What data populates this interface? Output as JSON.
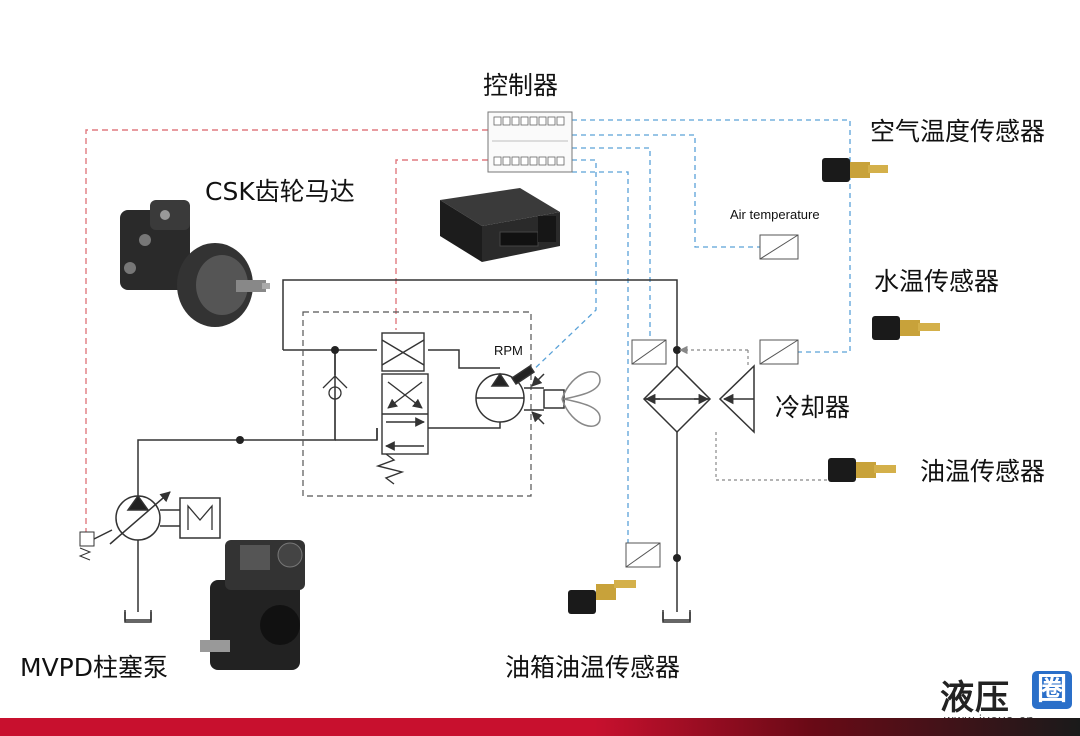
{
  "labels": {
    "controller": "控制器",
    "csk_motor": "CSK齿轮马达",
    "air_temp_sensor": "空气温度传感器",
    "air_temperature": "Air temperature",
    "water_temp_sensor": "水温传感器",
    "rpm": "RPM",
    "cooler": "冷却器",
    "oil_temp_sensor": "油温传感器",
    "mvpd_pump": "MVPD柱塞泵",
    "tank_oil_temp_sensor": "油箱油温传感器"
  },
  "watermark": {
    "text_main": "液压",
    "text_accent": "圈",
    "url": "www.iyeya.cn"
  },
  "colors": {
    "hydraulic_line": "#333333",
    "signal_red": "#e07a80",
    "signal_blue": "#5aa2d8",
    "brand_red": "#c8102e",
    "brand_blue": "#2a6fc9"
  }
}
